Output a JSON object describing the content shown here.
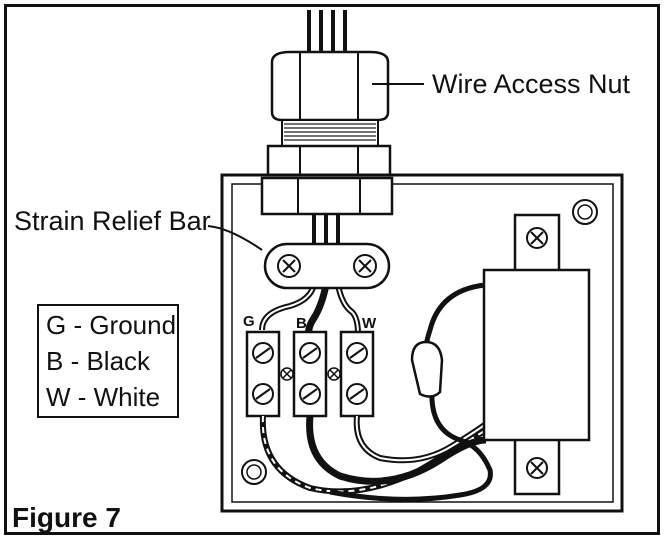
{
  "figure": {
    "title": "Figure 7"
  },
  "labels": {
    "wire_access_nut": "Wire Access Nut",
    "strain_relief_bar": "Strain Relief Bar"
  },
  "terminals": {
    "g": "G",
    "b": "B",
    "w": "W"
  },
  "legend": {
    "items": [
      "G - Ground",
      "B - Black",
      "W - White"
    ]
  }
}
